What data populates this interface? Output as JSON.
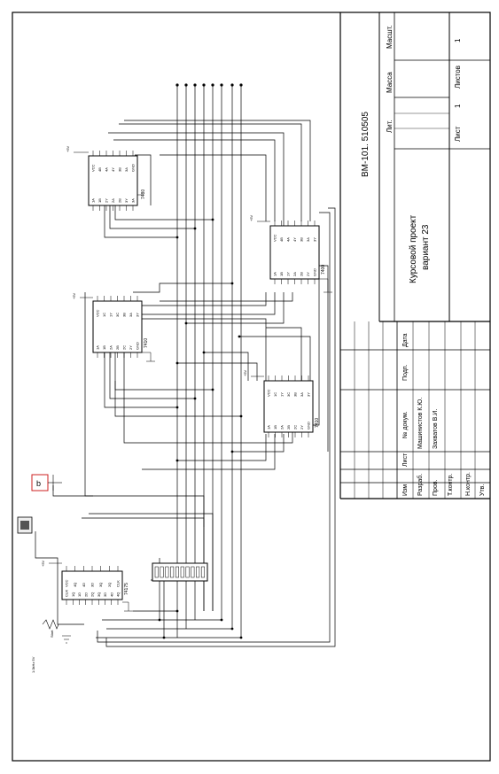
{
  "title_block": {
    "code": "ВМ-101. 510505",
    "project_title_line1": "Курсовой проект",
    "project_title_line2": "вариант 23",
    "lit_label": "Лит.",
    "mass_label": "Масса",
    "scale_label": "Масшт.",
    "sheet_label": "Лист",
    "sheet_value": "1",
    "sheets_label": "Листов",
    "sheets_value": "1",
    "col_izm": "Изм",
    "col_list": "Лист",
    "col_doc": "№ докум.",
    "col_sign": "Подп.",
    "col_date": "Дата",
    "row_razrab": "Разраб.",
    "row_prov": "Пров.",
    "row_tkontr": "Т.контр.",
    "row_nkontr": "Н.контр.",
    "row_utv": "Утв.",
    "name_razrab": "Машинистов К.Ю.",
    "name_prov": "Захватов В.И."
  },
  "chips": {
    "chip1": {
      "name": "7480",
      "pins_left": [
        "1A",
        "1B",
        "2Y",
        "2A",
        "2B",
        "3Y",
        "3A"
      ],
      "pins_right": [
        "VCC",
        "4B",
        "4A",
        "4Y",
        "3B",
        "3A",
        "GND"
      ],
      "power": "+5V"
    },
    "chip2": {
      "name": "7400",
      "pins_left": [
        "1A",
        "1B",
        "1Y",
        "2A",
        "2B",
        "2Y",
        "GND"
      ],
      "pins_right": [
        "VCC",
        "4B",
        "4A",
        "4Y",
        "3B",
        "3A",
        "3Y"
      ],
      "power": "+5V"
    },
    "chip3": {
      "name": "7410",
      "pins_left": [
        "1A",
        "1B",
        "2A",
        "2B",
        "2C",
        "2Y",
        "GND"
      ],
      "pins_right": [
        "VCC",
        "1C",
        "1Y",
        "3C",
        "3B",
        "3A",
        "3Y"
      ],
      "power": "+5V"
    },
    "chip4": {
      "name": "7410",
      "pins_left": [
        "1A",
        "1B",
        "2A",
        "2B",
        "2C",
        "2Y",
        "GND"
      ],
      "pins_right": [
        "VCC",
        "1C",
        "1Y",
        "3C",
        "3B",
        "3A",
        "3Y"
      ],
      "power": "+5V"
    },
    "chip5": {
      "name": "74175",
      "pins_left": [
        "CLR",
        "1Q",
        "1D",
        "2D",
        "2Q",
        "3Q",
        "3D",
        "4D",
        "4Q"
      ],
      "pins_right": [
        "VCC",
        "4Q",
        "4D",
        "3D",
        "3Q",
        "2Q",
        "CLK"
      ],
      "power": "+5V"
    }
  },
  "indicator": {
    "label": "b"
  },
  "generator": {
    "label": "1.0kHz 5V",
    "label2": "Start"
  },
  "colors": {
    "ink": "#000000",
    "paper": "#ffffff",
    "chip": "#1a1a1a",
    "gray": "#777777"
  }
}
